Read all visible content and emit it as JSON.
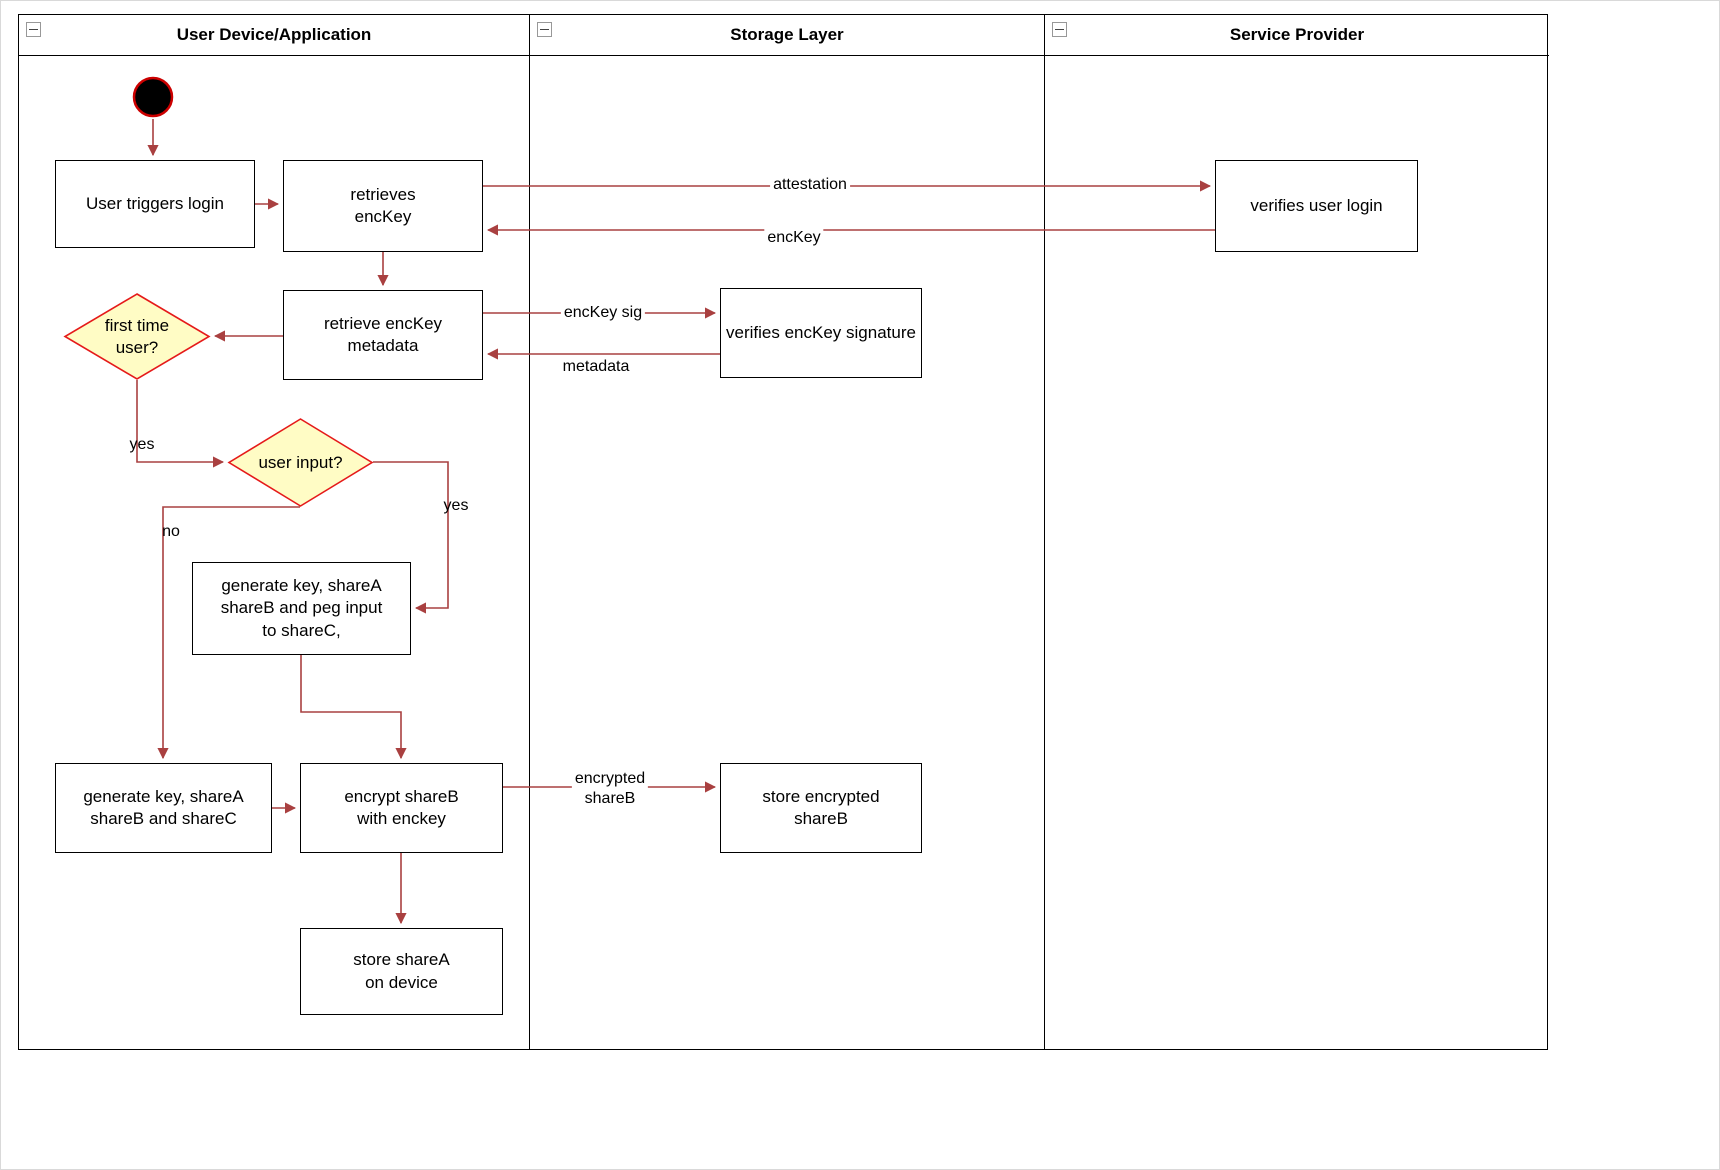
{
  "lanes": [
    {
      "title": "User Device/Application"
    },
    {
      "title": "Storage Layer"
    },
    {
      "title": "Service Provider"
    }
  ],
  "nodes": {
    "user_triggers_login": {
      "label": "User triggers login"
    },
    "retrieves_enckey": {
      "label": "retrieves\nencKey"
    },
    "verifies_user_login": {
      "label": "verifies user login"
    },
    "retrieve_enckey_metadata": {
      "label": "retrieve encKey\nmetadata"
    },
    "verifies_enckey_signature": {
      "label": "verifies encKey signature"
    },
    "first_time_user": {
      "label": "first time\nuser?"
    },
    "user_input": {
      "label": "user input?"
    },
    "generate_key_peg": {
      "label": "generate key, shareA\nshareB and peg input\nto shareC,"
    },
    "generate_key_abc": {
      "label": "generate key, shareA\nshareB and shareC"
    },
    "encrypt_shareb": {
      "label": "encrypt shareB\nwith enckey"
    },
    "store_encrypted_shareb": {
      "label": "store encrypted\nshareB"
    },
    "store_sharea_device": {
      "label": "store shareA\non device"
    }
  },
  "edge_labels": {
    "attestation": "attestation",
    "enckey_return": "encKey",
    "enckey_sig": "encKey sig",
    "metadata_return": "metadata",
    "yes_first_time": "yes",
    "yes_user_input": "yes",
    "no_user_input": "no",
    "encrypted_shareb": "encrypted\nshareB"
  },
  "colors": {
    "arrow": "#A94040",
    "decision_fill": "#FFFCC5",
    "decision_stroke": "#E51A1A",
    "start_stroke": "#CC0000"
  }
}
